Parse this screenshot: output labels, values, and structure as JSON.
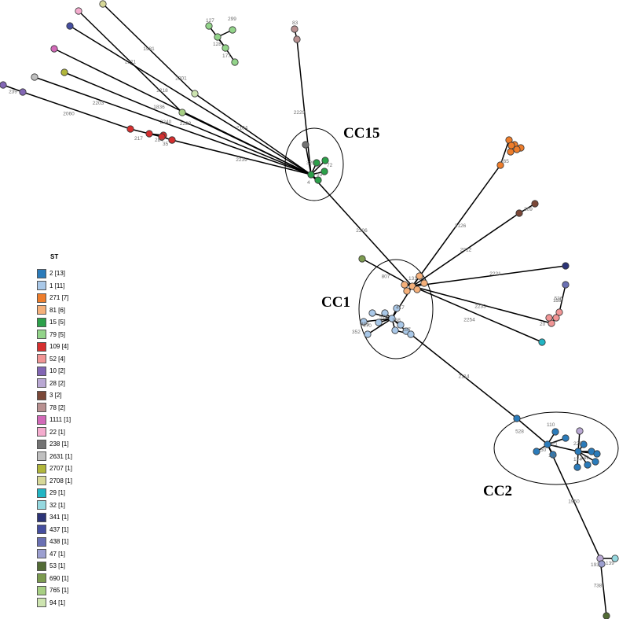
{
  "legend": {
    "title": "ST",
    "items": [
      {
        "label": "2 [13]",
        "color": "#2b7bba"
      },
      {
        "label": "1 [11]",
        "color": "#a9c8e8"
      },
      {
        "label": "271 [7]",
        "color": "#ee7d2b"
      },
      {
        "label": "81 [6]",
        "color": "#f5b07a"
      },
      {
        "label": "15 [5]",
        "color": "#2ca04a"
      },
      {
        "label": "79 [5]",
        "color": "#93d48a"
      },
      {
        "label": "109 [4]",
        "color": "#d62f2f"
      },
      {
        "label": "52 [4]",
        "color": "#f19595"
      },
      {
        "label": "10 [2]",
        "color": "#8266b4"
      },
      {
        "label": "28 [2]",
        "color": "#b9a8d3"
      },
      {
        "label": "3 [2]",
        "color": "#7b4838"
      },
      {
        "label": "78 [2]",
        "color": "#b89090"
      },
      {
        "label": "1111 [1]",
        "color": "#d269b8"
      },
      {
        "label": "22 [1]",
        "color": "#f4acce"
      },
      {
        "label": "238 [1]",
        "color": "#737373"
      },
      {
        "label": "2631 [1]",
        "color": "#bfbfbf"
      },
      {
        "label": "2707 [1]",
        "color": "#b1b63b"
      },
      {
        "label": "2708 [1]",
        "color": "#d7d898"
      },
      {
        "label": "29 [1]",
        "color": "#22b5c4"
      },
      {
        "label": "32 [1]",
        "color": "#95d8df"
      },
      {
        "label": "341 [1]",
        "color": "#2c3477"
      },
      {
        "label": "437 [1]",
        "color": "#454ea0"
      },
      {
        "label": "438 [1]",
        "color": "#6a70b3"
      },
      {
        "label": "47 [1]",
        "color": "#9c9fd0"
      },
      {
        "label": "53 [1]",
        "color": "#526b35"
      },
      {
        "label": "690 [1]",
        "color": "#7c9b4f"
      },
      {
        "label": "765 [1]",
        "color": "#a7cf83"
      },
      {
        "label": "94 [1]",
        "color": "#cde4b0"
      }
    ]
  },
  "clonal_complexes": [
    {
      "id": "cc15",
      "label": "CC15",
      "st": "15 [5]"
    },
    {
      "id": "cc1",
      "label": "CC1",
      "st": "1 [11]"
    },
    {
      "id": "cc2",
      "label": "CC2",
      "st": "2 [13]"
    }
  ],
  "edges": [
    {
      "from": "n2708",
      "to": "n94",
      "label": "1981"
    },
    {
      "from": "n94",
      "to": "cc15hub",
      "label": ""
    },
    {
      "from": "n22",
      "to": "n765",
      "label": "2211"
    },
    {
      "from": "n765",
      "to": "cc15hub",
      "label": "2104"
    },
    {
      "from": "n437",
      "to": "cc15hub",
      "label": "2201"
    },
    {
      "from": "n1111",
      "to": "cc15hub",
      "label": "2218"
    },
    {
      "from": "n2707",
      "to": "cc15hub",
      "label": "2222"
    },
    {
      "from": "n2631",
      "to": "cc15hub",
      "label": "2240"
    },
    {
      "from": "n10b",
      "to": "n10a",
      "label": "239"
    },
    {
      "from": "n10a",
      "to": "n109a",
      "label": "2060"
    },
    {
      "from": "n109a",
      "to": "n109d",
      "label": "2203"
    },
    {
      "from": "n109b",
      "to": "n109c",
      "label": ""
    },
    {
      "from": "n109d",
      "to": "n109e",
      "label": "1836"
    },
    {
      "from": "n109e",
      "to": "n35",
      "label": ""
    },
    {
      "from": "n35",
      "to": "cc15hub",
      "label": "2239"
    },
    {
      "from": "n78a",
      "to": "n78b",
      "label": ""
    },
    {
      "from": "n78b",
      "to": "cc15hub",
      "label": "2229"
    },
    {
      "from": "n79b",
      "to": "n79c",
      "label": ""
    },
    {
      "from": "n79c",
      "to": "n79d",
      "label": ""
    },
    {
      "from": "n79d",
      "to": "n79e",
      "label": ""
    },
    {
      "from": "n79d",
      "to": "n79a",
      "label": ""
    },
    {
      "from": "n238",
      "to": "cc15hub",
      "label": ""
    },
    {
      "from": "cc15hub",
      "to": "n15b",
      "label": ""
    },
    {
      "from": "cc15hub",
      "to": "n15c",
      "label": ""
    },
    {
      "from": "cc15hub",
      "to": "n15d",
      "label": ""
    },
    {
      "from": "cc15hub",
      "to": "n15e",
      "label": ""
    },
    {
      "from": "cc15hub",
      "to": "cc1hub",
      "label": "2206"
    },
    {
      "from": "n690",
      "to": "cc1hub",
      "label": "807"
    },
    {
      "from": "cc1hub",
      "to": "n271a",
      "label": "2126"
    },
    {
      "from": "cc1hub",
      "to": "n3a",
      "label": "2012"
    },
    {
      "from": "n3a",
      "to": "n3b",
      "label": ""
    },
    {
      "from": "cc1hub",
      "to": "n341",
      "label": "2221"
    },
    {
      "from": "cc1hub",
      "to": "n52a",
      "label": "2233"
    },
    {
      "from": "n438",
      "to": "n52b",
      "label": "536"
    },
    {
      "from": "n52b",
      "to": "n52a",
      "label": ""
    },
    {
      "from": "n52c",
      "to": "n52a",
      "label": ""
    },
    {
      "from": "n52d",
      "to": "n52a",
      "label": ""
    },
    {
      "from": "cc1hub",
      "to": "n29",
      "label": "2254"
    },
    {
      "from": "n271a",
      "to": "n271b",
      "label": ""
    },
    {
      "from": "n271b",
      "to": "n271c",
      "label": ""
    },
    {
      "from": "n271c",
      "to": "n271d",
      "label": ""
    },
    {
      "from": "n271c",
      "to": "n271e",
      "label": ""
    },
    {
      "from": "n271c",
      "to": "n271f",
      "label": ""
    },
    {
      "from": "n271c",
      "to": "n271g",
      "label": ""
    },
    {
      "from": "cc1hub",
      "to": "n81b",
      "label": ""
    },
    {
      "from": "cc1hub",
      "to": "n81c",
      "label": ""
    },
    {
      "from": "cc1hub",
      "to": "n81d",
      "label": ""
    },
    {
      "from": "cc1hub",
      "to": "n81e",
      "label": ""
    },
    {
      "from": "cc1hub",
      "to": "n81f",
      "label": ""
    },
    {
      "from": "cc1hub",
      "to": "st1hub",
      "label": ""
    },
    {
      "from": "st1hub",
      "to": "n1b",
      "label": ""
    },
    {
      "from": "st1hub",
      "to": "n1c",
      "label": ""
    },
    {
      "from": "st1hub",
      "to": "n1d",
      "label": ""
    },
    {
      "from": "st1hub",
      "to": "n1e",
      "label": ""
    },
    {
      "from": "st1hub",
      "to": "n1f",
      "label": ""
    },
    {
      "from": "st1hub",
      "to": "n1g",
      "label": ""
    },
    {
      "from": "st1hub",
      "to": "n1h",
      "label": ""
    },
    {
      "from": "st1hub",
      "to": "n1i",
      "label": ""
    },
    {
      "from": "st1hub",
      "to": "n1j",
      "label": ""
    },
    {
      "from": "n1i",
      "to": "n1k",
      "label": ""
    },
    {
      "from": "n1k",
      "to": "cc2top",
      "label": "2114"
    },
    {
      "from": "cc2top",
      "to": "cc2hub",
      "label": "528"
    },
    {
      "from": "cc2hub",
      "to": "n2b",
      "label": ""
    },
    {
      "from": "cc2hub",
      "to": "n2c",
      "label": ""
    },
    {
      "from": "cc2hub",
      "to": "n2d",
      "label": ""
    },
    {
      "from": "cc2hub",
      "to": "n2e",
      "label": ""
    },
    {
      "from": "cc2hub",
      "to": "n2f",
      "label": "421"
    },
    {
      "from": "n2f",
      "to": "n2g",
      "label": ""
    },
    {
      "from": "n2f",
      "to": "n2h",
      "label": ""
    },
    {
      "from": "n2f",
      "to": "n2i",
      "label": ""
    },
    {
      "from": "n2f",
      "to": "n2j",
      "label": ""
    },
    {
      "from": "n2f",
      "to": "n2k",
      "label": ""
    },
    {
      "from": "n2f",
      "to": "n2l",
      "label": ""
    },
    {
      "from": "n2f",
      "to": "n28a",
      "label": ""
    },
    {
      "from": "cc2hub",
      "to": "n28b",
      "label": "1950"
    },
    {
      "from": "n28b",
      "to": "n32",
      "label": ""
    },
    {
      "from": "n28b",
      "to": "n47",
      "label": ""
    },
    {
      "from": "n28b",
      "to": "n53",
      "label": "738"
    }
  ],
  "nodes": [
    {
      "id": "n2708",
      "st": "2708 [1]",
      "label": ""
    },
    {
      "id": "n22",
      "st": "22 [1]",
      "label": ""
    },
    {
      "id": "n437",
      "st": "437 [1]",
      "label": ""
    },
    {
      "id": "n1111",
      "st": "1111 [1]",
      "label": ""
    },
    {
      "id": "n2707",
      "st": "2707 [1]",
      "label": ""
    },
    {
      "id": "n2631",
      "st": "2631 [1]",
      "label": ""
    },
    {
      "id": "n10b",
      "st": "10 [2]",
      "label": ""
    },
    {
      "id": "n10a",
      "st": "10 [2]",
      "label": ""
    },
    {
      "id": "n94",
      "st": "94 [1]",
      "label": ""
    },
    {
      "id": "n765",
      "st": "765 [1]",
      "label": ""
    },
    {
      "id": "n109a",
      "st": "109 [4]",
      "label": ""
    },
    {
      "id": "n109b",
      "st": "109 [4]",
      "label": "217"
    },
    {
      "id": "n109c",
      "st": "109 [4]",
      "label": "284"
    },
    {
      "id": "n109d",
      "st": "109 [4]",
      "label": ""
    },
    {
      "id": "n109e",
      "st": "109 [4]",
      "label": ""
    },
    {
      "id": "n35",
      "st": "109 [4]",
      "label": "35"
    },
    {
      "id": "n78a",
      "st": "78 [2]",
      "label": "83"
    },
    {
      "id": "n78b",
      "st": "78 [2]",
      "label": ""
    },
    {
      "id": "n79a",
      "st": "79 [5]",
      "label": "127"
    },
    {
      "id": "n79b",
      "st": "79 [5]",
      "label": "299"
    },
    {
      "id": "n79c",
      "st": "79 [5]",
      "label": "128"
    },
    {
      "id": "n79d",
      "st": "79 [5]",
      "label": "177"
    },
    {
      "id": "n79e",
      "st": "79 [5]",
      "label": ""
    },
    {
      "id": "n238",
      "st": "238 [1]",
      "label": ""
    },
    {
      "id": "cc15hub",
      "st": "15 [5]",
      "label": "4"
    },
    {
      "id": "n15b",
      "st": "15 [5]",
      "label": "72"
    },
    {
      "id": "n15c",
      "st": "15 [5]",
      "label": "93"
    },
    {
      "id": "n15d",
      "st": "15 [5]",
      "label": "325"
    },
    {
      "id": "n15e",
      "st": "15 [5]",
      "label": ""
    },
    {
      "id": "n690",
      "st": "690 [1]",
      "label": ""
    },
    {
      "id": "cc1hub",
      "st": "81 [6]",
      "label": "131"
    },
    {
      "id": "n81b",
      "st": "81 [6]",
      "label": ""
    },
    {
      "id": "n81c",
      "st": "81 [6]",
      "label": ""
    },
    {
      "id": "n81d",
      "st": "81 [6]",
      "label": ""
    },
    {
      "id": "n81e",
      "st": "81 [6]",
      "label": ""
    },
    {
      "id": "n81f",
      "st": "81 [6]",
      "label": ""
    },
    {
      "id": "st1hub",
      "st": "1 [11]",
      "label": "168"
    },
    {
      "id": "n1b",
      "st": "1 [11]",
      "label": "417"
    },
    {
      "id": "n1c",
      "st": "1 [11]",
      "label": "576"
    },
    {
      "id": "n1d",
      "st": "1 [11]",
      "label": "308"
    },
    {
      "id": "n1e",
      "st": "1 [11]",
      "label": "352"
    },
    {
      "id": "n1f",
      "st": "1 [11]",
      "label": "470"
    },
    {
      "id": "n1g",
      "st": "1 [11]",
      "label": "157"
    },
    {
      "id": "n1h",
      "st": "1 [11]",
      "label": ""
    },
    {
      "id": "n1i",
      "st": "1 [11]",
      "label": ""
    },
    {
      "id": "n1j",
      "st": "1 [11]",
      "label": ""
    },
    {
      "id": "n1k",
      "st": "1 [11]",
      "label": ""
    },
    {
      "id": "n271a",
      "st": "271 [7]",
      "label": "165"
    },
    {
      "id": "n271b",
      "st": "271 [7]",
      "label": ""
    },
    {
      "id": "n271c",
      "st": "271 [7]",
      "label": ""
    },
    {
      "id": "n271d",
      "st": "271 [7]",
      "label": ""
    },
    {
      "id": "n271e",
      "st": "271 [7]",
      "label": ""
    },
    {
      "id": "n271f",
      "st": "271 [7]",
      "label": ""
    },
    {
      "id": "n271g",
      "st": "271 [7]",
      "label": ""
    },
    {
      "id": "n3a",
      "st": "3 [2]",
      "label": "209"
    },
    {
      "id": "n3b",
      "st": "3 [2]",
      "label": ""
    },
    {
      "id": "n341",
      "st": "341 [1]",
      "label": ""
    },
    {
      "id": "n438",
      "st": "438 [1]",
      "label": ""
    },
    {
      "id": "n52a",
      "st": "52 [4]",
      "label": "20"
    },
    {
      "id": "n52b",
      "st": "52 [4]",
      "label": "118"
    },
    {
      "id": "n52c",
      "st": "52 [4]",
      "label": ""
    },
    {
      "id": "n52d",
      "st": "52 [4]",
      "label": ""
    },
    {
      "id": "n29",
      "st": "29 [1]",
      "label": ""
    },
    {
      "id": "cc2top",
      "st": "2 [13]",
      "label": ""
    },
    {
      "id": "cc2hub",
      "st": "2 [13]",
      "label": "50"
    },
    {
      "id": "n2b",
      "st": "2 [13]",
      "label": "110"
    },
    {
      "id": "n2c",
      "st": "2 [13]",
      "label": ""
    },
    {
      "id": "n2d",
      "st": "2 [13]",
      "label": "130"
    },
    {
      "id": "n2e",
      "st": "2 [13]",
      "label": ""
    },
    {
      "id": "n2f",
      "st": "2 [13]",
      "label": "174"
    },
    {
      "id": "n2g",
      "st": "2 [13]",
      "label": "149"
    },
    {
      "id": "n2h",
      "st": "2 [13]",
      "label": ""
    },
    {
      "id": "n2i",
      "st": "2 [13]",
      "label": ""
    },
    {
      "id": "n2j",
      "st": "2 [13]",
      "label": ""
    },
    {
      "id": "n2k",
      "st": "2 [13]",
      "label": ""
    },
    {
      "id": "n2l",
      "st": "2 [13]",
      "label": ""
    },
    {
      "id": "n28a",
      "st": "28 [2]",
      "label": "229"
    },
    {
      "id": "n28b",
      "st": "28 [2]",
      "label": "193"
    },
    {
      "id": "n32",
      "st": "32 [1]",
      "label": "139"
    },
    {
      "id": "n47",
      "st": "47 [1]",
      "label": ""
    },
    {
      "id": "n53",
      "st": "53 [1]",
      "label": ""
    }
  ]
}
